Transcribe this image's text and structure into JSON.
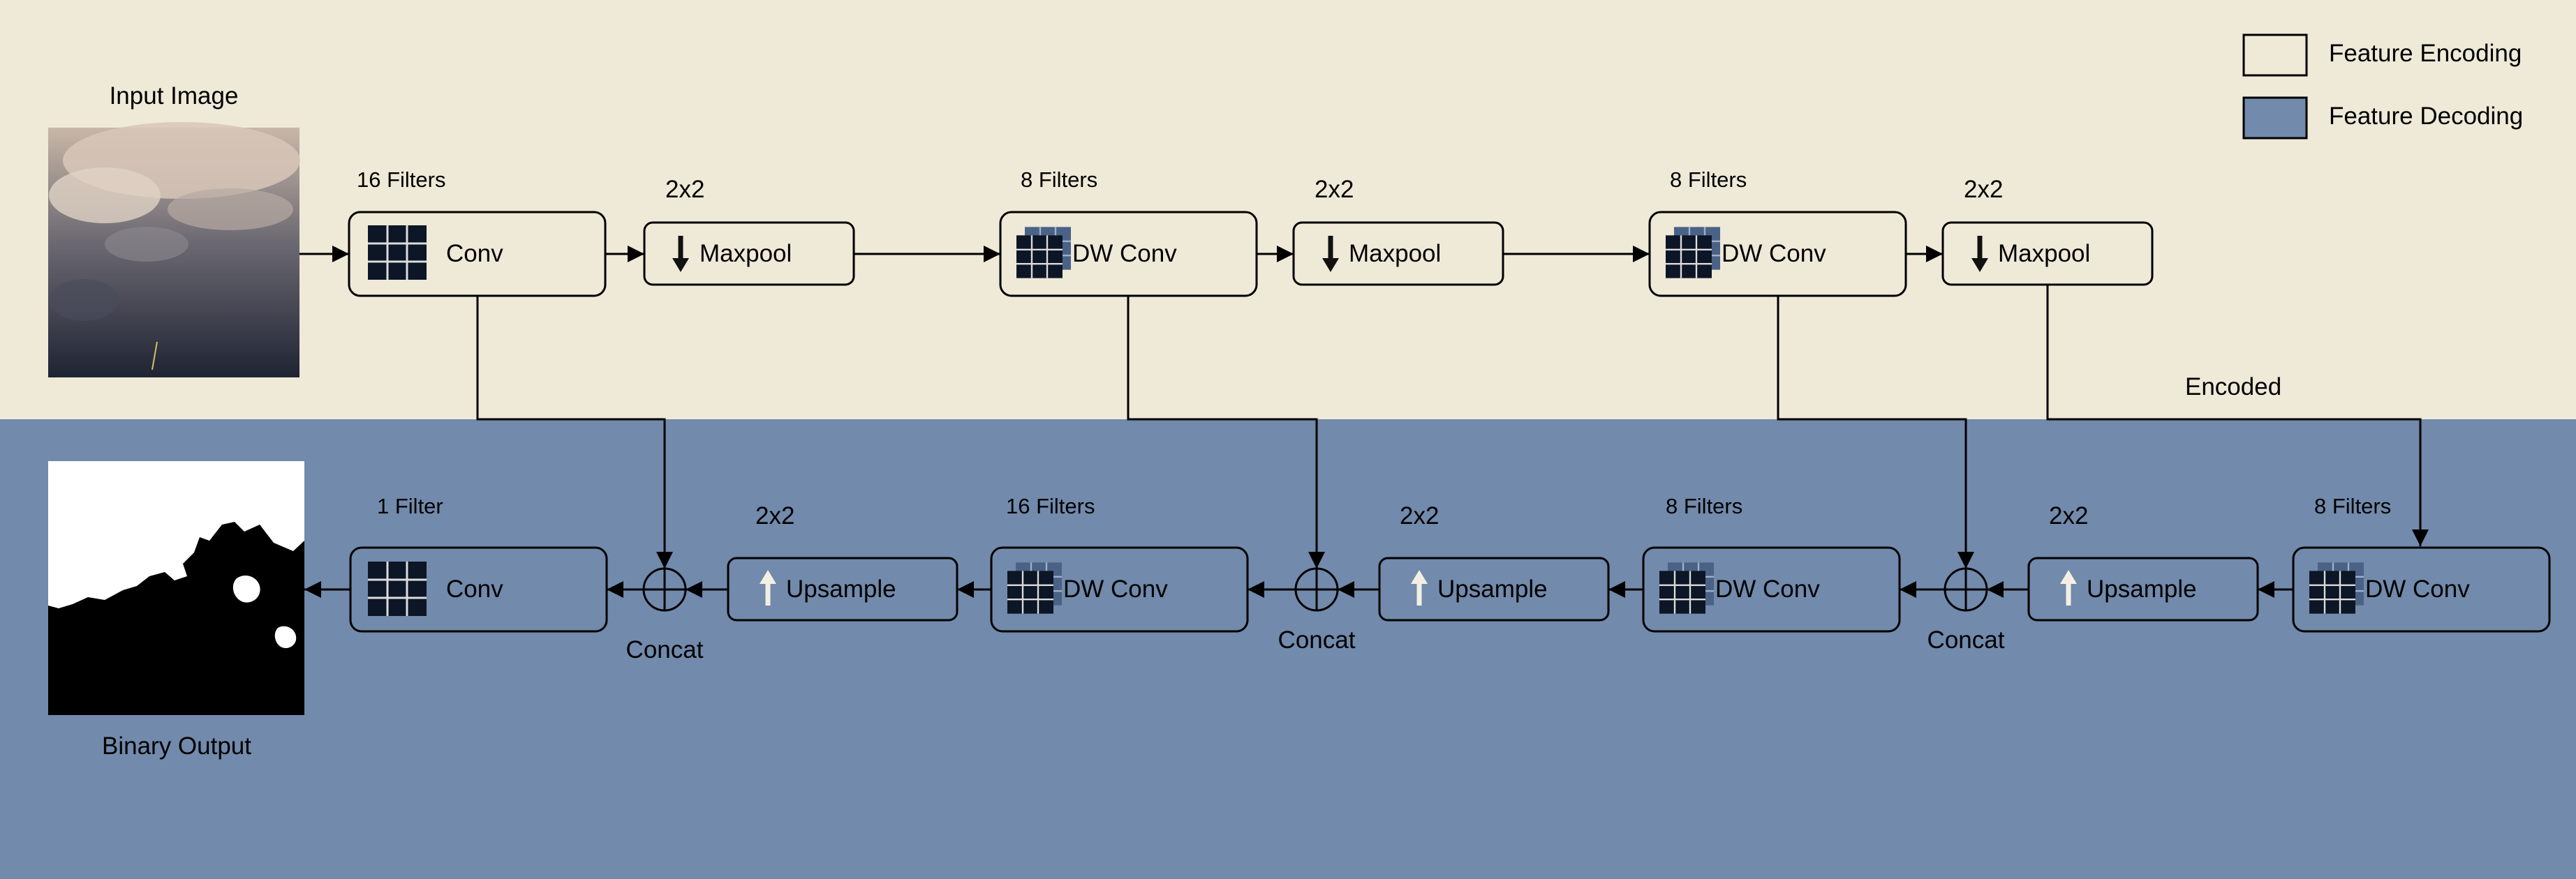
{
  "legend": {
    "encoding_label": "Feature Encoding",
    "decoding_label": "Feature Decoding",
    "encoding_color": "#efe9d8",
    "decoding_color": "#728aab"
  },
  "colors": {
    "block_fill_encoding": "#efe9d8",
    "block_fill_decoding": "#728aab",
    "stroke": "#000000",
    "grid_dark": "#0d1626",
    "grid_shadow": "#4a6286",
    "up_arrow": "#f3efe3"
  },
  "input": {
    "label": "Input Image",
    "icon": "cloudy-sky-photo"
  },
  "output": {
    "label": "Binary Output",
    "icon": "binary-mask-image"
  },
  "encoder": {
    "conv1": {
      "filters": "16 Filters",
      "label": "Conv",
      "icon": "grid-icon"
    },
    "pool1": {
      "size": "2x2",
      "label": "Maxpool",
      "icon": "down-arrow-icon"
    },
    "dw1": {
      "filters": "8 Filters",
      "label": "DW Conv",
      "icon": "stacked-grid-icon"
    },
    "pool2": {
      "size": "2x2",
      "label": "Maxpool",
      "icon": "down-arrow-icon"
    },
    "dw2": {
      "filters": "8 Filters",
      "label": "DW Conv",
      "icon": "stacked-grid-icon"
    },
    "pool3": {
      "size": "2x2",
      "label": "Maxpool",
      "icon": "down-arrow-icon"
    }
  },
  "encoded_label": "Encoded",
  "decoder": {
    "dw_a": {
      "filters": "8 Filters",
      "label": "DW Conv",
      "icon": "stacked-grid-icon"
    },
    "up_a": {
      "size": "2x2",
      "label": "Upsample",
      "icon": "up-arrow-icon"
    },
    "concat_a": {
      "label": "Concat",
      "icon": "circle-plus-icon"
    },
    "dw_b": {
      "filters": "8 Filters",
      "label": "DW Conv",
      "icon": "stacked-grid-icon"
    },
    "up_b": {
      "size": "2x2",
      "label": "Upsample",
      "icon": "up-arrow-icon"
    },
    "concat_b": {
      "label": "Concat",
      "icon": "circle-plus-icon"
    },
    "dw_c": {
      "filters": "16 Filters",
      "label": "DW Conv",
      "icon": "stacked-grid-icon"
    },
    "up_c": {
      "size": "2x2",
      "label": "Upsample",
      "icon": "up-arrow-icon"
    },
    "concat_c": {
      "label": "Concat",
      "icon": "circle-plus-icon"
    },
    "conv_out": {
      "filters": "1 Filter",
      "label": "Conv",
      "icon": "grid-icon"
    }
  }
}
